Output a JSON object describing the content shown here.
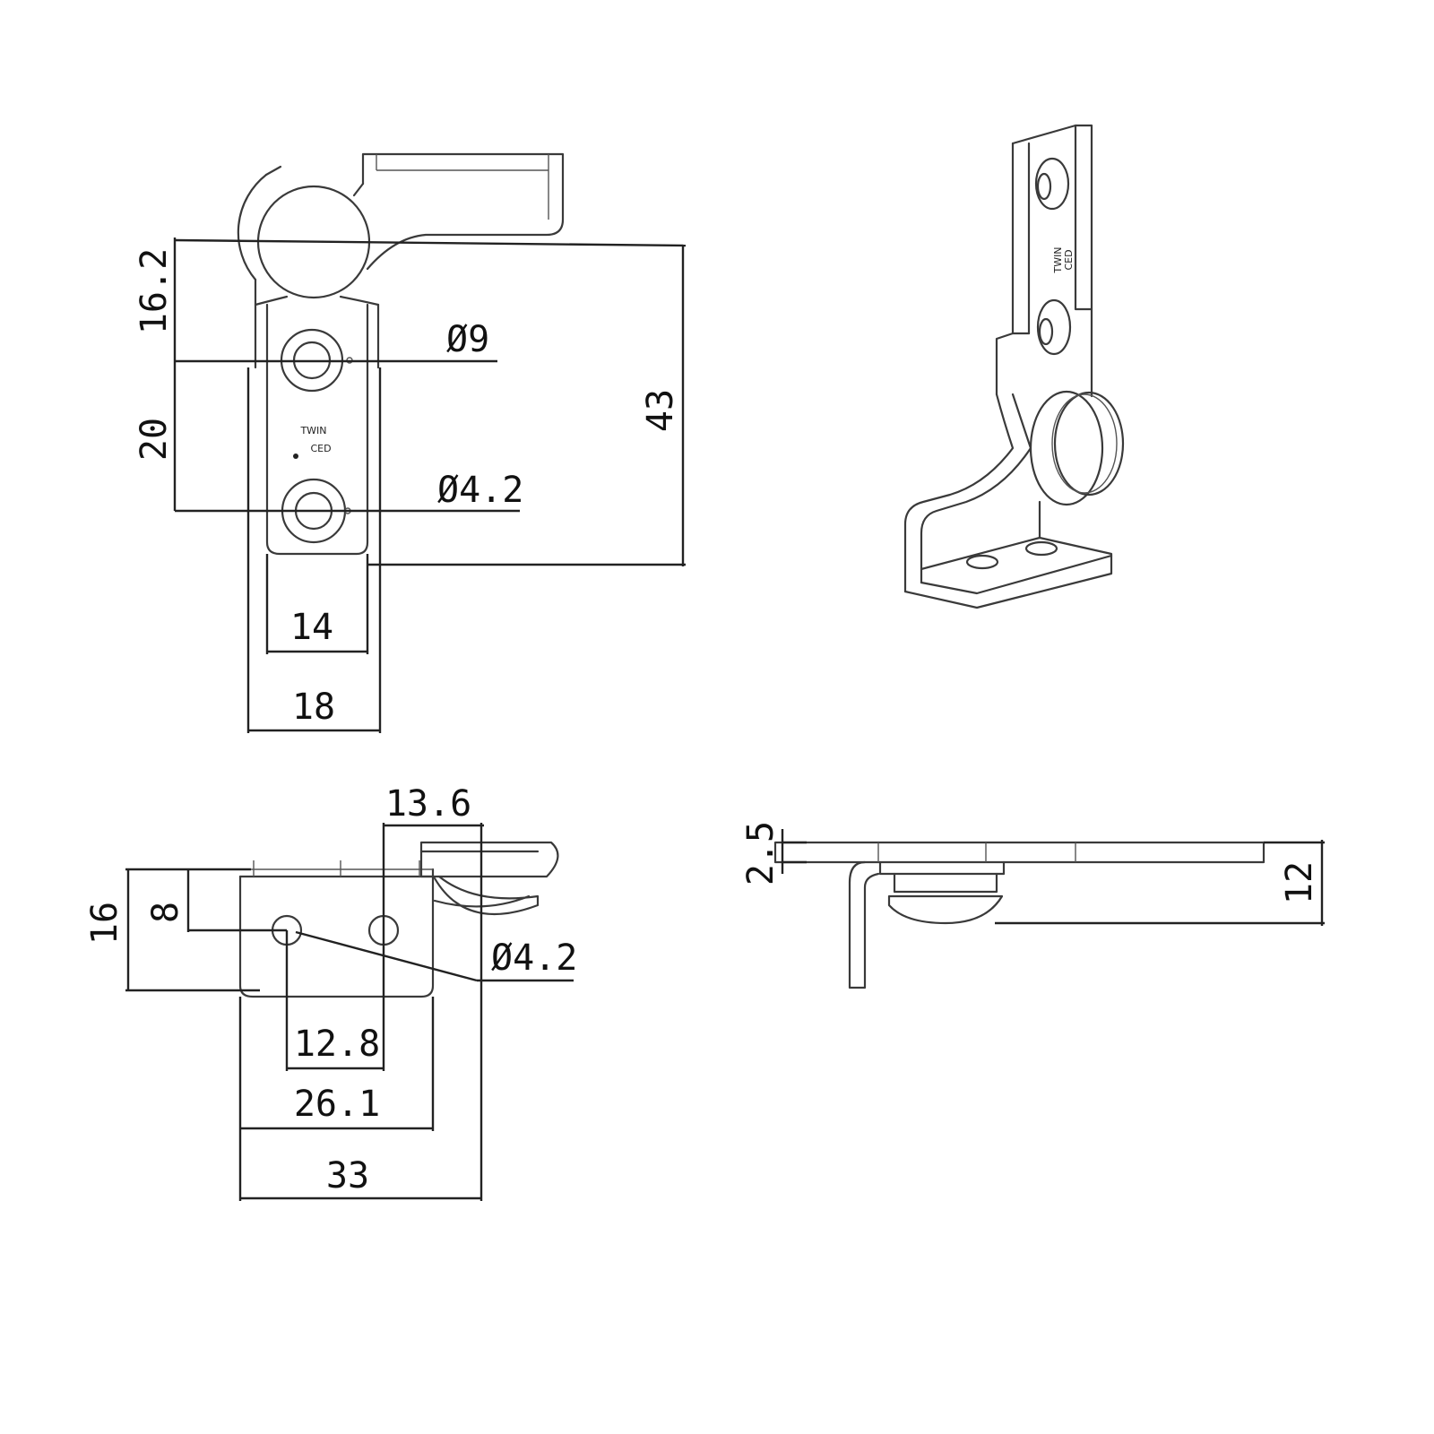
{
  "front_view": {
    "dim_16_2": "16.2",
    "dim_9": "Ø9",
    "dim_43": "43",
    "dim_20": "20",
    "dim_4_2": "Ø4.2",
    "dim_14": "14",
    "dim_18": "18",
    "logo_line1": "TWIN",
    "logo_line2": "CED"
  },
  "plan_view": {
    "dim_13_6": "13.6",
    "dim_16": "16",
    "dim_8": "8",
    "dim_4_2": "Ø4.2",
    "dim_12_8": "12.8",
    "dim_26_1": "26.1",
    "dim_33": "33"
  },
  "side_view": {
    "dim_2_5": "2.5",
    "dim_12": "12"
  },
  "iso_view": {
    "logo_line1": "TWIN",
    "logo_line2": "CED"
  }
}
